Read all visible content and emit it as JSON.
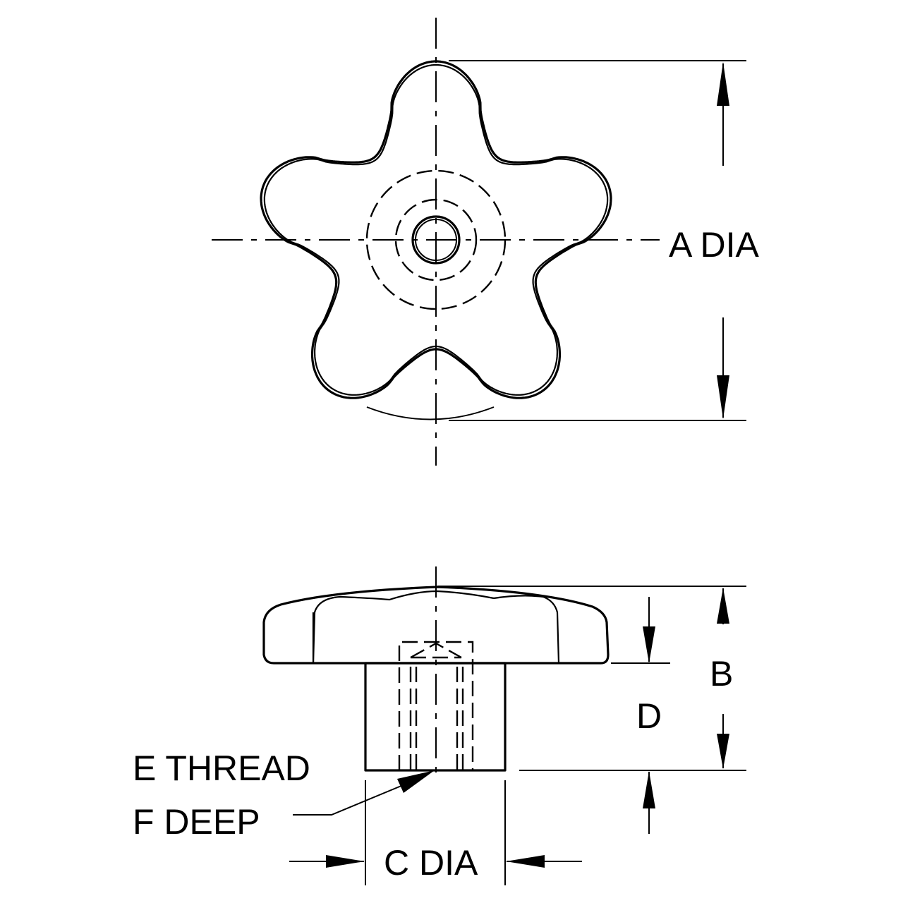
{
  "labels": {
    "a_dia": "A DIA",
    "b": "B",
    "c_dia": "C DIA",
    "d": "D",
    "e_thread": "E THREAD",
    "f_deep": "F DEEP"
  },
  "colors": {
    "line": "#000000",
    "background": "#ffffff"
  }
}
